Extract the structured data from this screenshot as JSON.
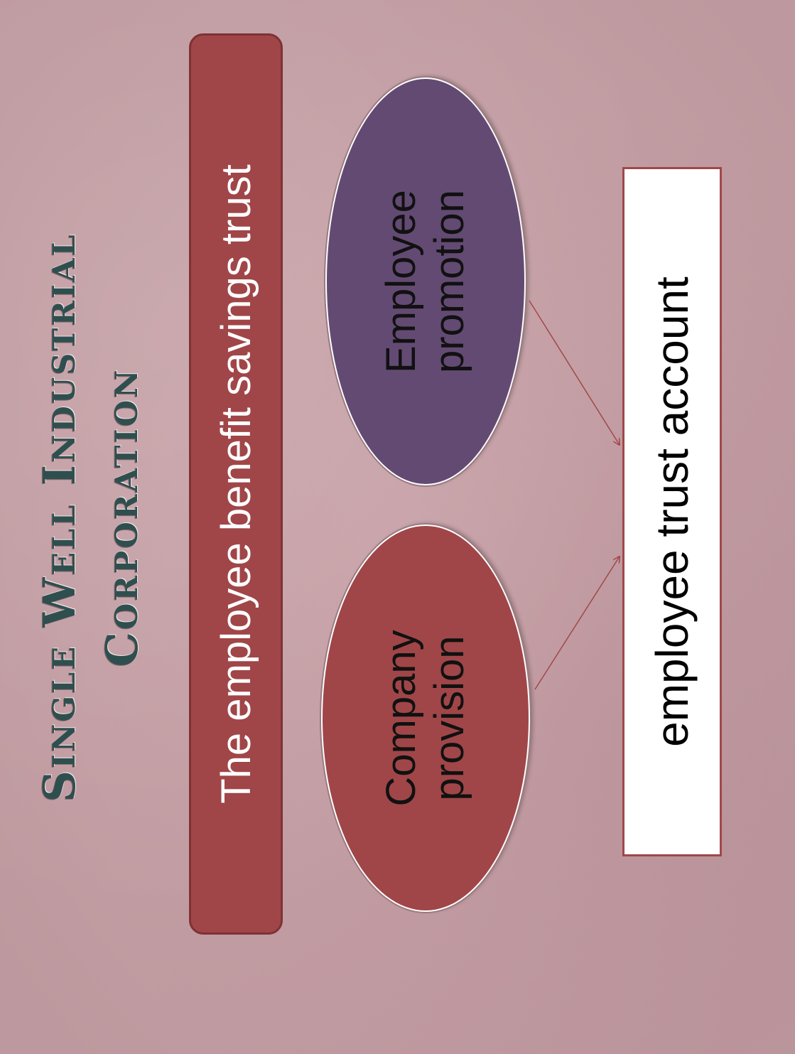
{
  "title": {
    "line1": "Single Well Industrial",
    "line2": "Corporation"
  },
  "banner_label": "The employee benefit savings trust",
  "nodes": {
    "company": {
      "line1": "Company",
      "line2": "provision",
      "color": "#a04648"
    },
    "employee": {
      "line1": "Employee",
      "line2": "promotion",
      "color": "#634a73"
    }
  },
  "target_label": "employee trust account",
  "colors": {
    "background": "#c9a2a8",
    "title": "#2f4f4f",
    "banner": "#a04648",
    "connector": "#a0484a"
  }
}
